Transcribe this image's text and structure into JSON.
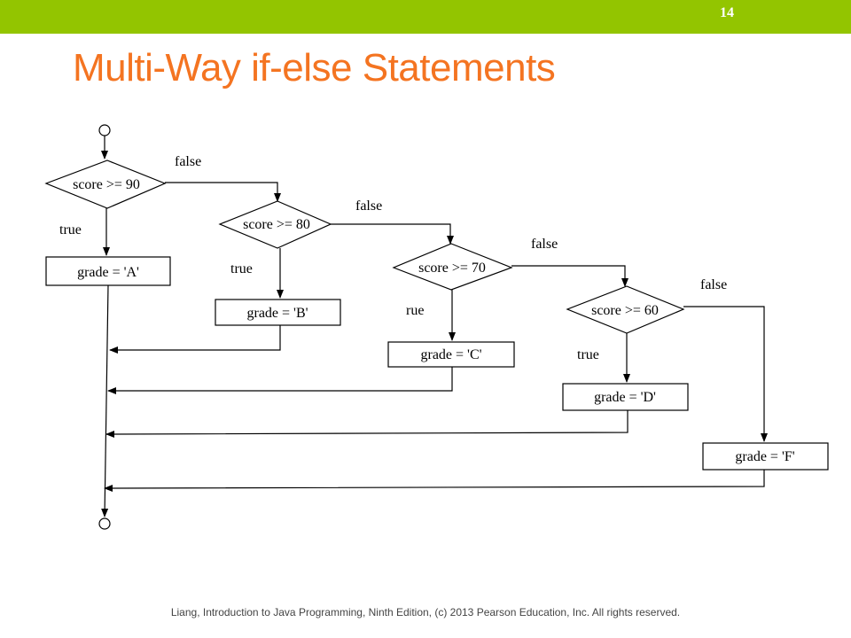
{
  "slide": {
    "number": "14",
    "title": "Multi-Way if-else Statements",
    "footer": "Liang, Introduction to Java Programming, Ninth Edition, (c) 2013 Pearson Education, Inc. All rights reserved."
  },
  "flowchart": {
    "conditions": [
      "score >= 90",
      "score >= 80",
      "score >= 70",
      "score >= 60"
    ],
    "assignments": [
      "grade = 'A'",
      "grade = 'B'",
      "grade = 'C'",
      "grade = 'D'",
      "grade = 'F'"
    ],
    "true_labels": [
      "true",
      "true",
      "rue",
      "true"
    ],
    "false_labels": [
      "false",
      "false",
      "false",
      "false"
    ]
  },
  "colors": {
    "top_bar": "#93c500",
    "title": "#f47421",
    "number": "#ffffff"
  }
}
